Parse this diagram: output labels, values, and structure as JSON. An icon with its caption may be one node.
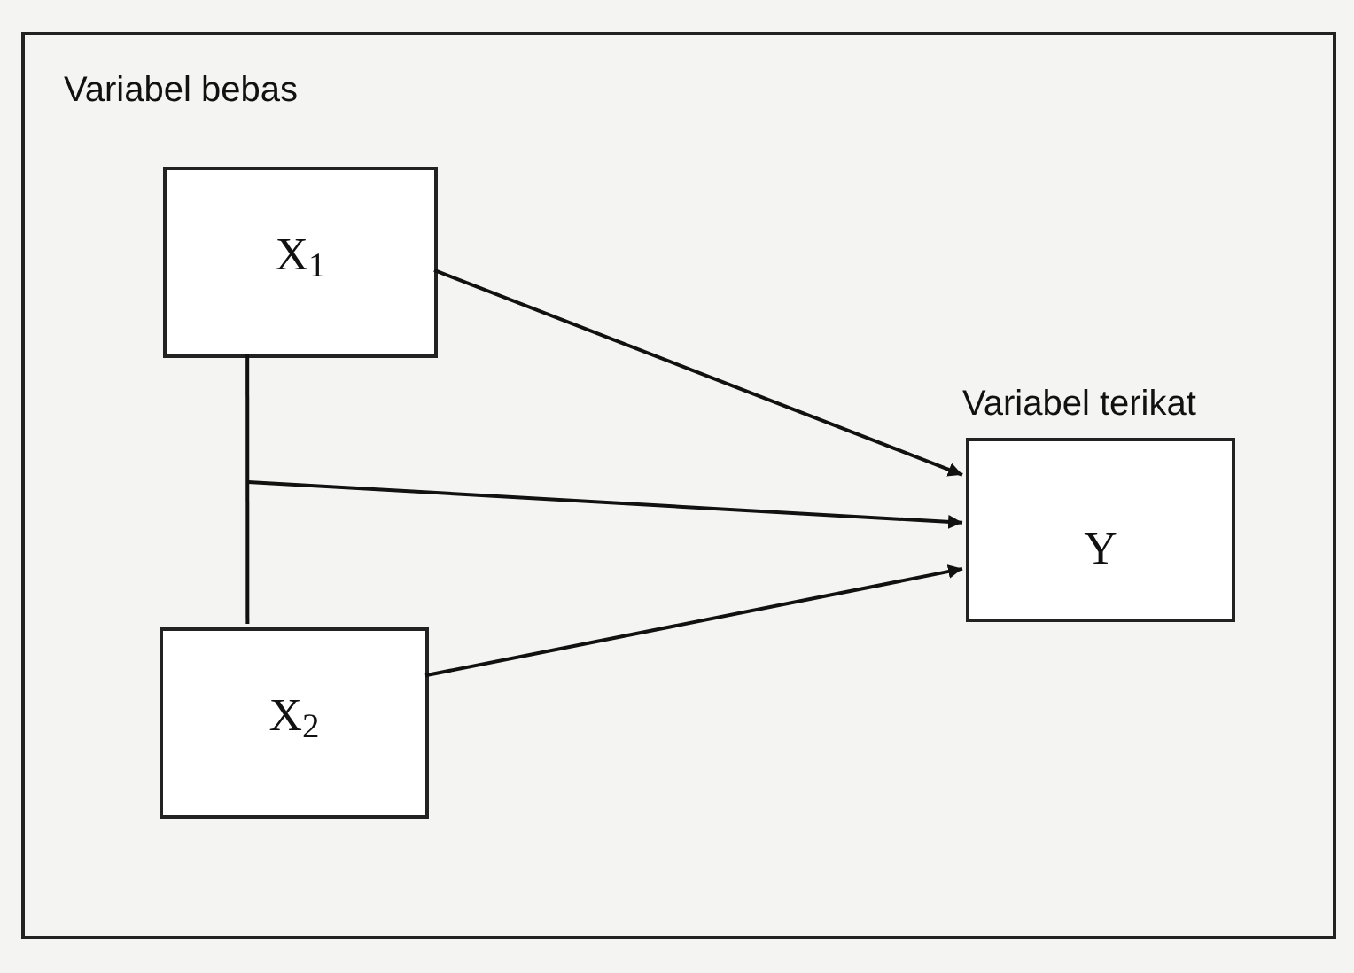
{
  "diagram": {
    "nodes": [
      {
        "text": [
          "Variabel bebas"
        ]
      },
      {
        "text": [
          "X$_{1}$"
        ],
        "in": 0
      },
      {
        "text": [
          "X$_{2}$"
        ],
        "in": 0
      },
      {
        "text": [
          "Variabel terikat",
          "Y"
        ],
        "in": 0
      }
    ],
    "edges": [
      {
        "from": 1,
        "to": 3,
        "arrow": "to"
      },
      {
        "from": 2,
        "to": 3,
        "arrow": "to"
      },
      {
        "from": 1,
        "to": 2,
        "arrow": "none"
      },
      {
        "from": null,
        "to": 3,
        "arrow": "to"
      }
    ]
  }
}
